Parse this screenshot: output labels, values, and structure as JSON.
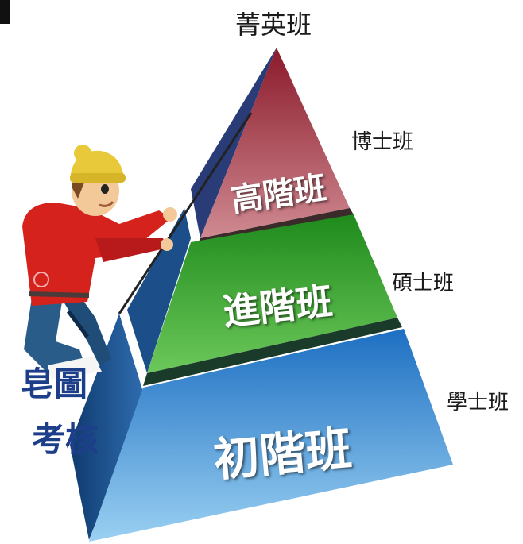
{
  "pyramid": {
    "top_label": "菁英班",
    "tiers": [
      {
        "name": "高階班",
        "side_label": "博士班",
        "color": "#b85262"
      },
      {
        "name": "進階班",
        "side_label": "碩士班",
        "color": "#2e9e2a"
      },
      {
        "name": "初階班",
        "side_label": "學士班",
        "color": "#3d86cf"
      }
    ]
  },
  "left_fragments": [
    "皂圖",
    "考核"
  ],
  "colors": {
    "left_text": "#1d3f8a",
    "climber_hat": "#e8c93a",
    "climber_shirt": "#d6221c",
    "climber_pants": "#2a5c8a"
  }
}
